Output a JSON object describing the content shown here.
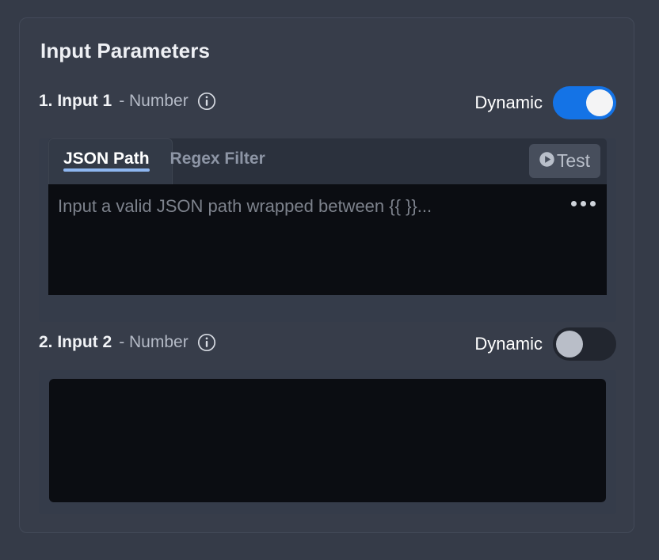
{
  "card": {
    "title": "Input Parameters"
  },
  "parameters": [
    {
      "index": "1. Input 1",
      "type": "- Number",
      "info_icon": "info-icon",
      "dynamic_label": "Dynamic",
      "dynamic_on": true,
      "tabs": [
        {
          "label": "JSON Path",
          "active": true
        },
        {
          "label": "Regex Filter",
          "active": false
        }
      ],
      "test_button": {
        "label": "Test",
        "icon": "play-circle-icon"
      },
      "editor": {
        "value": "",
        "placeholder": "Input a valid JSON path wrapped between {{ }}...",
        "more_icon": "ellipsis-icon"
      }
    },
    {
      "index": "2. Input 2",
      "type": "- Number",
      "info_icon": "info-icon",
      "dynamic_label": "Dynamic",
      "dynamic_on": false,
      "editor": {
        "value": "",
        "placeholder": ""
      }
    }
  ],
  "colors": {
    "page_background": "#353b48",
    "card_background": "#373d4a",
    "panel_background": "#353c4a",
    "tabbar_background": "#2b313d",
    "editor_background": "#0b0d12",
    "toggle_on": "#1473e6",
    "toggle_off": "#22262f",
    "tab_underline": "#8eb6f0",
    "test_button": "#474e5c"
  }
}
